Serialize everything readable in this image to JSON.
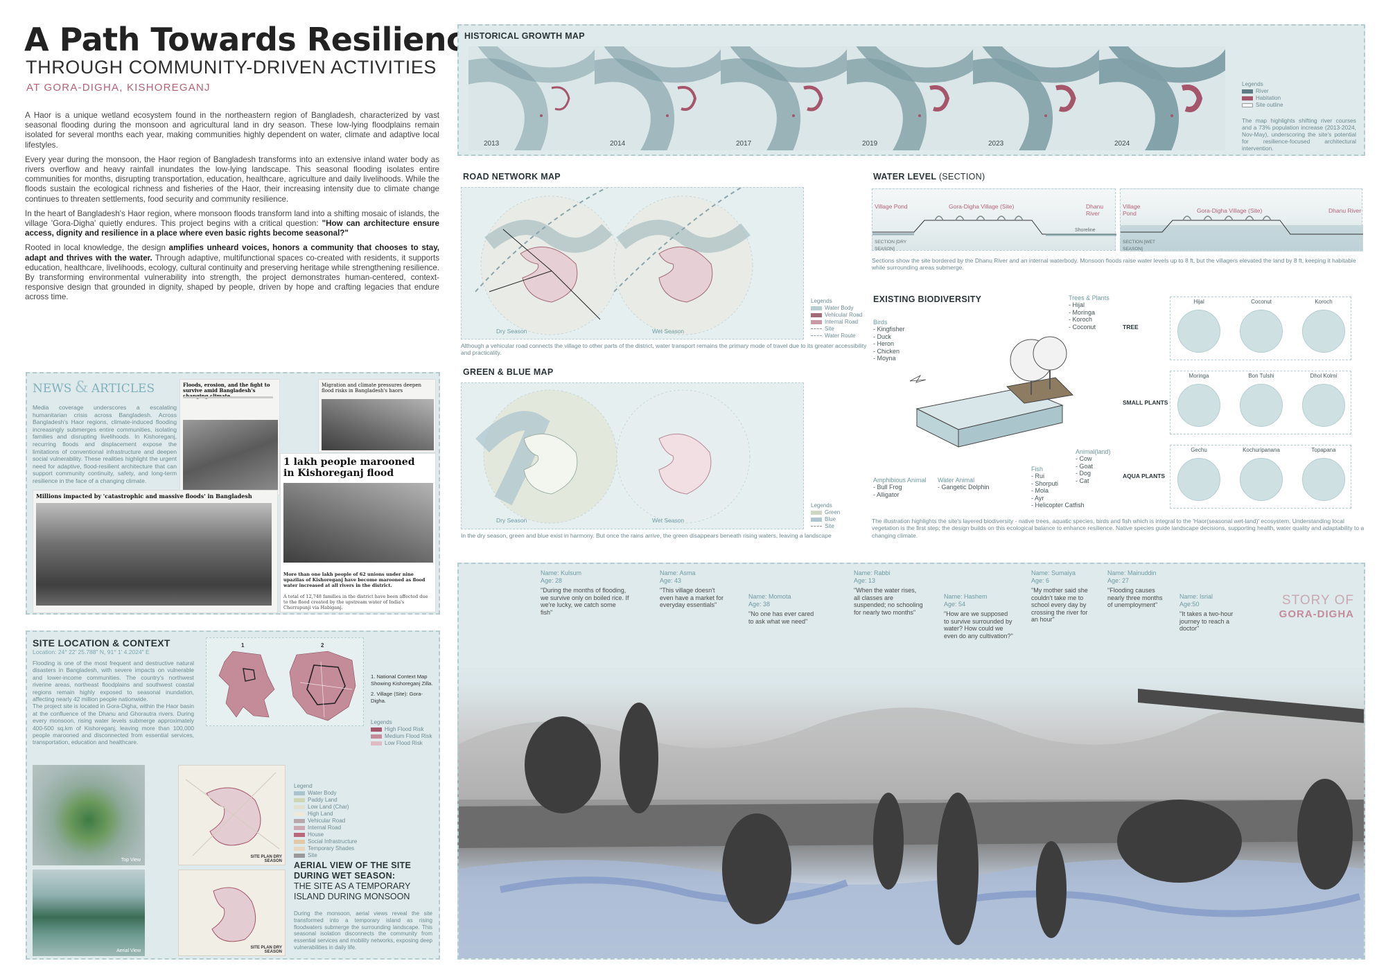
{
  "header": {
    "title": "A Path Towards Resilience",
    "subtitle": "THROUGH COMMUNITY-DRIVEN ACTIVITIES",
    "location": "AT GORA-DIGHA, KISHOREGANJ"
  },
  "intro": {
    "p1": "A Haor is a unique wetland ecosystem found in the northeastern region of Bangladesh, characterized by vast seasonal flooding during the monsoon and agricultural land in dry season. These low-lying floodplains remain isolated for several months each year, making communities highly dependent on water, climate and adaptive local lifestyles.",
    "p2": "Every year during the monsoon, the Haor region of Bangladesh transforms into an extensive inland water body as rivers overflow and heavy rainfall inundates the low-lying landscape. This seasonal flooding isolates entire communities for months, disrupting transportation, education, healthcare, agriculture and daily livelihoods. While the floods sustain the ecological richness and fisheries of the Haor, their increasing intensity due to climate change continues to threaten settlements, food security and community resilience.",
    "p3a": "In the heart of Bangladesh's Haor region, where monsoon floods transform land into a shifting mosaic of islands, the village 'Gora-Digha' quietly endures. This project begins with a critical question: ",
    "p3b": "\"How can architecture ensure access, dignity and resilience in a place where even basic rights become seasonal?\"",
    "p4a": "Rooted in local knowledge, the design ",
    "p4b": "amplifies unheard voices, honors a community that chooses to stay, adapt and thrives with the water.",
    "p4c": " Through adaptive, multifunctional spaces co-created with residents, it supports education, healthcare, livelihoods, ecology, cultural continuity and preserving heritage while strengthening resilience. By transforming environmental vulnerability into strength, the project demonstrates human-centered, context-responsive design that grounded in dignity, shaped by people, driven by hope and crafting legacies that endure across time."
  },
  "news": {
    "heading_a": "NEWS",
    "amp": "&",
    "heading_b": "ARTICLES",
    "text": "Media coverage underscores a escalating humanitarian crisis across Bangladesh. Across Bangladesh's Haor regions, climate-induced flooding increasingly submerges entire communities, isolating families and disrupting livelihoods. In Kishoreganj, recurring floods and displacement expose the limitations of conventional infrastructure and deepen social vulnerability. These realities highlight the urgent need for adaptive, flood-resilient architecture that can support community continuity, safety, and long-term resilience in the face of a changing climate.",
    "article1": "Floods, erosion, and the fight to survive amid Bangladesh's changing climate",
    "article2": "Migration and climate pressures deepen flood risks in Bangladesh's haors",
    "article3": "1 lakh people marooned in Kishoreganj flood",
    "article3_body": "More than one lakh people of 62 unions under nine upazilas of Kishoreganj have become marooned as flood water increased at all rivers in the district.",
    "article3_body2": "A total of 12,748 families in the district have been affected due to the flood created by the upstream water of India's Cherrapunji via Habiganj.",
    "article4": "Millions impacted by 'catastrophic and massive floods' in Bangladesh"
  },
  "site": {
    "heading": "SITE LOCATION & CONTEXT",
    "coords": "Location: 24° 22' 25.788\" N, 91° 1' 4.2024\" E",
    "text1": "Flooding is one of the most frequent and destructive natural disasters in Bangladesh, with severe impacts on vulnerable and lower-income communities. The country's northwest riverine areas, northeast floodplains and southwest coastal regions remain highly exposed to seasonal inundation, affecting nearly 42 million people nationwide.",
    "text2": "The project site is located in Gora-Digha, within the Haor basin at the confluence of the Dhanu and Ghorautra rivers. During every monsoon, rising water levels submerge approximately 400-500 sq.km of Kishoreganj, leaving more than 100,000 people marooned and disconnected from essential services, transportation, education and healthcare.",
    "map1_num": "1",
    "map2_num": "2",
    "note1": "1. National Context Map Showing Kishoreganj Zilla.",
    "note2": "2. Village (Site): Gora-Digha.",
    "legend_title": "Legends",
    "legend": [
      "High Flood Risk",
      "Medium Flood Risk",
      "Low Flood Risk"
    ],
    "legend_colors": [
      "#a5566a",
      "#c48b99",
      "#dfbcc4"
    ]
  },
  "aerial": {
    "label_top": "Top View",
    "label_aerial": "Aerial View",
    "legend_title": "Legend",
    "legend": [
      "Water Body",
      "Paddy Land",
      "Low Land (Char)",
      "High Land",
      "Vehicular Road",
      "Internal Road",
      "House",
      "Social Infrastructure",
      "Temporary Shades",
      "Site"
    ],
    "legend_colors": [
      "#a9c4cb",
      "#cfd6b7",
      "#e3e2d2",
      "#efe9dc",
      "#b7a9ab",
      "#caa9b2",
      "#b8687a",
      "#e0c9a6",
      "#e8d8c0",
      "#999999"
    ],
    "site_plan_dry": "SITE PLAN DRY SEASON",
    "site_plan_wet": "SITE PLAN DRY SEASON",
    "heading1": "AERIAL VIEW OF THE SITE",
    "heading2": "DURING WET SEASON:",
    "sub1": "THE SITE AS A TEMPORARY",
    "sub2": "ISLAND DURING MONSOON",
    "text": "During the monsoon, aerial views reveal the site transformed into a temporary island as rising floodwaters submerge the surrounding landscape. This seasonal isolation disconnects the community from essential services and mobility networks, exposing deep vulnerabilities in daily life."
  },
  "growth": {
    "heading": "HISTORICAL GROWTH MAP",
    "years": [
      "2013",
      "2014",
      "2017",
      "2019",
      "2023",
      "2024"
    ],
    "legend_title": "Legends",
    "legend": [
      "River",
      "Habitation",
      "Site outline"
    ],
    "legend_colors": [
      "#5f7d83",
      "#a5566a",
      "#ffffff"
    ],
    "text": "The map highlights shifting river courses and a 73% population increase (2013-2024, Nov-May), underscoring the site's potential for resilience-focused architectural intervention."
  },
  "road": {
    "heading": "ROAD NETWORK MAP",
    "dry": "Dry Season",
    "wet": "Wet Season",
    "legend_title": "Legends",
    "legend": [
      "Water Body",
      "Vehicular Road",
      "Internal Road",
      "Site",
      "Water Route"
    ],
    "legend_colors": [
      "#b8cdd2",
      "#a36b78",
      "#c99aa6",
      "#888888",
      "#8aa4ab"
    ],
    "text": "Although a vehicular road connects the village to other parts of the district, water transport remains the primary mode of travel due to its greater accessibility and practicality."
  },
  "greenblue": {
    "heading": "GREEN & BLUE MAP",
    "dry": "Dry Season",
    "wet": "Wet Season",
    "legend_title": "Legends",
    "legend": [
      "Green",
      "Blue",
      "Site"
    ],
    "legend_colors": [
      "#cfd7c4",
      "#aec6cf",
      "#888888"
    ],
    "text": "In the dry season, green and blue exist in harmony. But once the rains arrive, the green disappears beneath rising waters, leaving a landscape"
  },
  "water": {
    "heading": "WATER LEVEL",
    "heading_light": "(SECTION)",
    "s1_left": "Village Pond",
    "s1_center": "Gora-Digha Village (Site)",
    "s1_right": "Dhanu River",
    "s1_label": "SECTION [DRY SEASON]",
    "s1_shore": "Shoreline",
    "s2_left": "Village Pond",
    "s2_center": "Gora-Digha Village (Site)",
    "s2_right": "Dhanu River",
    "s2_label": "SECTION [WET SEASON]",
    "text": "Sections show the site bordered by the Dhanu River and an internal waterbody. Monsoon floods raise water levels up to 8 ft, but the villagers elevated the land by 8 ft, keeping it habitable while surrounding areas submerge."
  },
  "bio": {
    "heading": "EXISTING BIODIVERSITY",
    "birds_title": "Birds",
    "birds": [
      "- Kingfisher",
      "- Duck",
      "- Heron",
      "- Chicken",
      "- Moyna"
    ],
    "trees_title": "Trees & Plants",
    "trees": [
      "- Hijal",
      "- Moringa",
      "- Koroch",
      "- Coconut"
    ],
    "animal_title": "Animal(land)",
    "animals": [
      "- Cow",
      "- Goat",
      "- Dog",
      "- Cat"
    ],
    "fish_title": "Fish",
    "fish": [
      "- Rui",
      "- Shorputi",
      "- Mola",
      "- Ayr",
      "- Helicopter Catfish"
    ],
    "amph_title": "Amphibious Animal",
    "amph": [
      "- Bull Frog",
      "- Alligator"
    ],
    "wateranimal_title": "Water Animal",
    "wateranimal": [
      "- Gangetic Dolphin"
    ],
    "cat_tree": "TREE",
    "cat_small": "SMALL PLANTS",
    "cat_aqua": "AQUA PLANTS",
    "tree_names": [
      "Hijal",
      "Coconut",
      "Koroch"
    ],
    "small_names": [
      "Moringa",
      "Bon Tulshi",
      "Dhol Kolmi"
    ],
    "aqua_names": [
      "Gechu",
      "Kochuripanana",
      "Topapana"
    ],
    "text": "The illustration highlights the site's layered biodiversity - native trees, aquatic species, birds and fish which is integral to the 'Haor(seasonal wet-land)' ecosystem. Understanding local vegetation is the first step; the design builds on this ecological balance to enhance resilience. Native species guide landscape decisions, supporting health, water quality and adaptability to a changing climate."
  },
  "story": {
    "title1": "STORY OF",
    "title2": "GORA-DIGHA",
    "people": [
      {
        "name": "Name: Kulsum",
        "age": "Age: 28",
        "quote": "\"During the months of flooding, we survive only on boiled rice. If we're lucky, we catch some fish\""
      },
      {
        "name": "Name: Asma",
        "age": "Age: 43",
        "quote": "\"This village doesn't even have a market for everyday essentials\""
      },
      {
        "name": "Name: Momota",
        "age": "Age: 38",
        "quote": "\"No one has ever cared to ask what we need\""
      },
      {
        "name": "Name: Rabbi",
        "age": "Age: 13",
        "quote": "\"When the water rises, all classes are suspended; no schooling for nearly two months\""
      },
      {
        "name": "Name: Hashem",
        "age": "Age: 54",
        "quote": "\"How are we supposed to survive surrounded by water? How could we even do any cultivation?\""
      },
      {
        "name": "Name: Sumaiya",
        "age": "Age: 6",
        "quote": "\"My mother said she couldn't take me to school every day by crossing the river for an hour\""
      },
      {
        "name": "Name: Mainuddin",
        "age": "Age: 27",
        "quote": "\"Flooding causes nearly three months of unemployment\""
      },
      {
        "name": "Name: Isrial",
        "age": "Age:50",
        "quote": "\"It takes a two-hour journey to reach a doctor\""
      }
    ]
  }
}
